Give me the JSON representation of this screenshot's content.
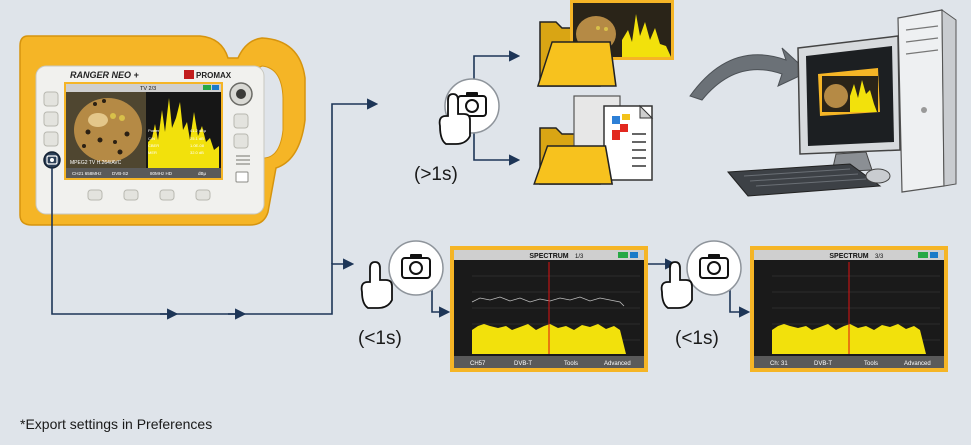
{
  "device": {
    "brand": "RANGER NEO +",
    "maker": "PROMAX",
    "screen": {
      "channel": "TV 2/3",
      "service": "MPEG2 TV H.264/AVC",
      "softkeys": [
        "CH21 658MHz",
        "DVB-S2",
        "80MHz HD",
        "dBμ"
      ]
    }
  },
  "labels": {
    "long_press": "(>1s)",
    "short_press_1": "(<1s)",
    "short_press_2": "(<1s)",
    "footnote": "*Export settings in Preferences"
  },
  "spectrum_screens": [
    {
      "title": "SPECTRUM",
      "page": "1/3",
      "softkeys": [
        "CH57",
        "DVB-T",
        "Tools",
        "Advanced"
      ]
    },
    {
      "title": "SPECTRUM",
      "page": "3/3",
      "softkeys": [
        "Ch: 31",
        "DVB-T",
        "Tools",
        "Advanced"
      ]
    }
  ],
  "colors": {
    "background": "#dfe4ea",
    "device_frame": "#f5b526",
    "connector_line": "#1d3557",
    "folder": "#f7c21e",
    "spectrum_fill": "#f2e10c"
  }
}
